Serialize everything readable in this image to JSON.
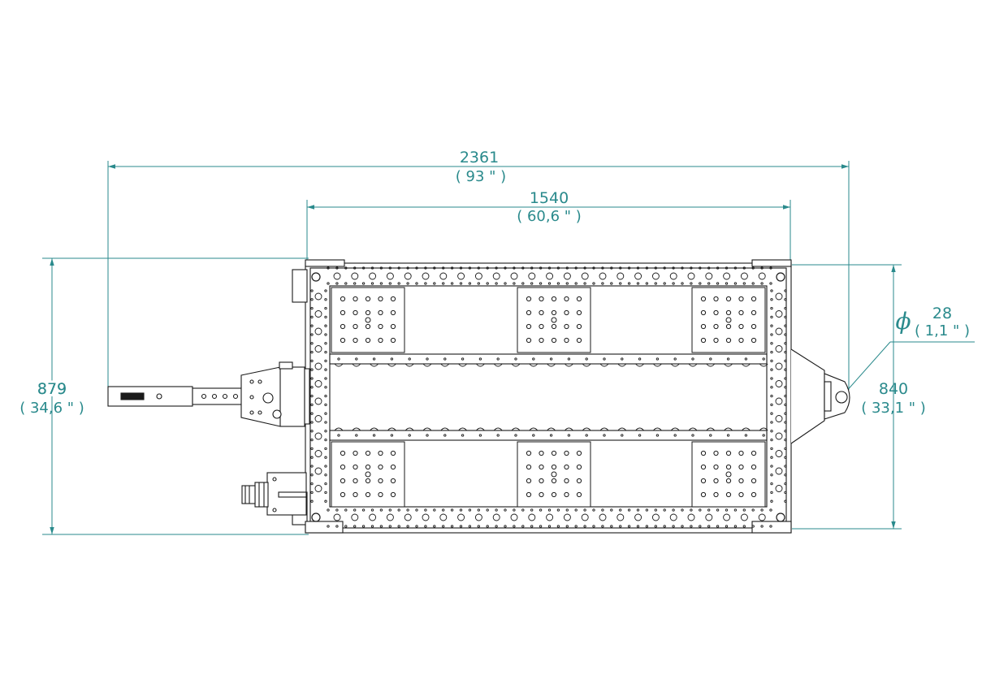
{
  "colors": {
    "dimension": "#2a8a8c",
    "outline": "#1a1a1a",
    "background": "#ffffff"
  },
  "dimensions": {
    "overall_length": {
      "value": "2361",
      "imperial": "( 93 \" )"
    },
    "frame_length": {
      "value": "1540",
      "imperial": "( 60,6 \" )"
    },
    "overall_width": {
      "value": "879",
      "imperial": "( 34,6 \" )"
    },
    "frame_width": {
      "value": "840",
      "imperial": "( 33,1 \" )"
    },
    "hitch_hole": {
      "symbol": "ϕ",
      "value": "28",
      "imperial": "( 1,1 \" )"
    }
  }
}
